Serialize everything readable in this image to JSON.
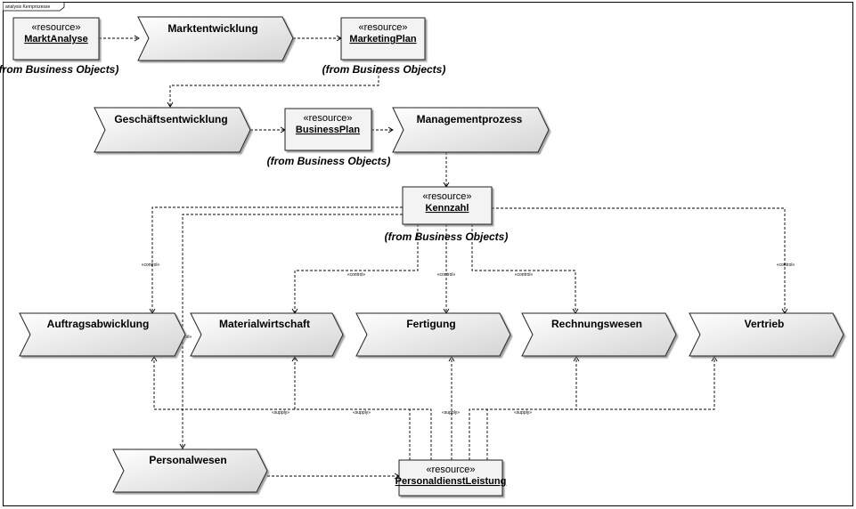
{
  "frame": {
    "title": "analysis Kernprozesse"
  },
  "resource_stereotype": "«resource»",
  "from_label": "(from Business Objects)",
  "processes": {
    "marktentwicklung": "Marktentwicklung",
    "geschaeftsentwicklung": "Geschäftsentwicklung",
    "managementprozess": "Managementprozess",
    "auftragsabwicklung": "Auftragsabwicklung",
    "materialwirtschaft": "Materialwirtschaft",
    "fertigung": "Fertigung",
    "rechnungswesen": "Rechnungswesen",
    "vertrieb": "Vertrieb",
    "personalwesen": "Personalwesen"
  },
  "resources": {
    "marktanalyse": "MarktAnalyse",
    "marketingplan": "MarketingPlan",
    "businessplan": "BusinessPlan",
    "kennzahl": "Kennzahl",
    "personaldienstleistung": "PersonaldienstLeistung"
  },
  "relations": {
    "control": "«control»",
    "supply": "«supply»"
  }
}
